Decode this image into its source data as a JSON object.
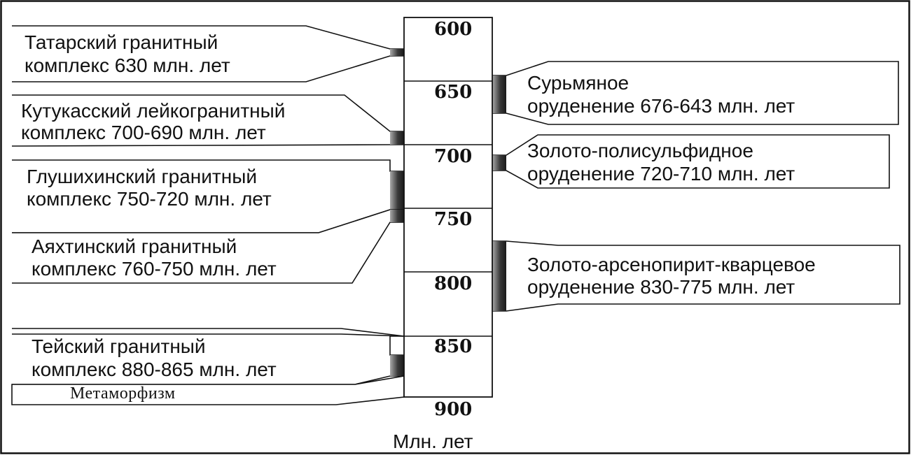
{
  "scale": {
    "ticks": [
      "600",
      "650",
      "700",
      "750",
      "800",
      "850",
      "900"
    ],
    "unit_label": "Млн. лет"
  },
  "events": [
    {
      "id": "tatar",
      "side": "left",
      "lines": [
        "Татарский гранитный",
        "комплекс 630 млн. лет"
      ],
      "from": 630,
      "to": 630
    },
    {
      "id": "kutukas",
      "side": "left",
      "lines": [
        "Кутукасский лейкогранитный",
        "комплекс 700-690 млн. лет"
      ],
      "from": 690,
      "to": 700
    },
    {
      "id": "glushikha",
      "side": "left",
      "lines": [
        "Глушихинский гранитный",
        "комплекс 750-720 млн. лет"
      ],
      "from": 720,
      "to": 750
    },
    {
      "id": "ayakhta",
      "side": "left",
      "lines": [
        "Аяхтинский гранитный",
        "комплекс 760-750 млн. лет"
      ],
      "from": 750,
      "to": 760
    },
    {
      "id": "tei",
      "side": "left",
      "lines": [
        "Тейский гранитный",
        "комплекс 880-865 млн. лет"
      ],
      "from": 865,
      "to": 880
    },
    {
      "id": "metamorphism",
      "side": "left",
      "lines": [
        "Метаморфизм"
      ],
      "from": 850,
      "to": 900
    },
    {
      "id": "antimony",
      "side": "right",
      "lines": [
        "Сурьмяное",
        "оруденение 676-643 млн. лет"
      ],
      "from": 643,
      "to": 676
    },
    {
      "id": "gold-polysulfide",
      "side": "right",
      "lines": [
        "Золото-полисульфидное",
        "оруденение 720-710 млн. лет"
      ],
      "from": 710,
      "to": 720
    },
    {
      "id": "gold-arsenopyrite",
      "side": "right",
      "lines": [
        "Золото-арсенопирит-кварцевое",
        "оруденение 830-775 млн. лет"
      ],
      "from": 775,
      "to": 830
    }
  ]
}
